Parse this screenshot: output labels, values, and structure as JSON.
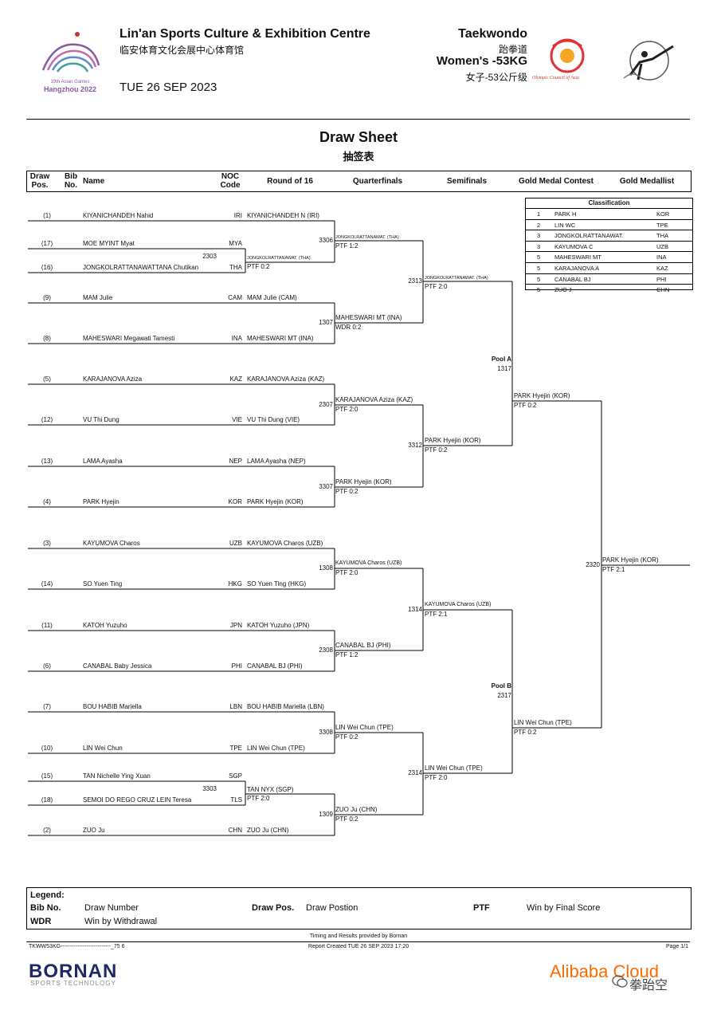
{
  "header": {
    "venue": "Lin'an Sports Culture & Exhibition Centre",
    "venue_zh": "临安体育文化会展中心体育馆",
    "date": "TUE 26 SEP 2023",
    "sport": "Taekwondo",
    "sport_zh": "跆拳道",
    "event": "Women's -53KG",
    "event_zh": "女子-53公斤级",
    "games_name": "19th Asian Games",
    "games_city": "Hangzhou 2022",
    "oca_text": "Olympic Council of Asia"
  },
  "title": "Draw Sheet",
  "title_zh": "抽签表",
  "columns": {
    "draw_pos": "Draw Pos.",
    "bib_no": "Bib No.",
    "name": "Name",
    "noc": "NOC Code",
    "r16": "Round of 16",
    "qf": "Quarterfinals",
    "sf": "Semifinals",
    "gold": "Gold Medal Contest",
    "medallist": "Gold Medallist"
  },
  "entries": [
    {
      "pos": "(1)",
      "name": "KIYANICHANDEH Nahid",
      "noc": "IRI",
      "r16": "KIYANICHANDEH N (IRI)"
    },
    {
      "pos": "(17)",
      "name": "MOE MYINT Myat",
      "noc": "MYA",
      "r16": ""
    },
    {
      "pos": "(16)",
      "name": "JONGKOLRATTANAWATTANA Chutikan",
      "noc": "THA",
      "r16": ""
    },
    {
      "pos": "(9)",
      "name": "MAM Julie",
      "noc": "CAM",
      "r16": "MAM Julie (CAM)"
    },
    {
      "pos": "(8)",
      "name": "MAHESWARI Megawati Tamesti",
      "noc": "INA",
      "r16": "MAHESWARI MT (INA)"
    },
    {
      "pos": "(5)",
      "name": "KARAJANOVA Aziza",
      "noc": "KAZ",
      "r16": "KARAJANOVA Aziza (KAZ)"
    },
    {
      "pos": "(12)",
      "name": "VU Thi Dung",
      "noc": "VIE",
      "r16": "VU Thi Dung (VIE)"
    },
    {
      "pos": "(13)",
      "name": "LAMA Ayasha",
      "noc": "NEP",
      "r16": "LAMA Ayasha (NEP)"
    },
    {
      "pos": "(4)",
      "name": "PARK Hyejin",
      "noc": "KOR",
      "r16": "PARK Hyejin (KOR)"
    },
    {
      "pos": "(3)",
      "name": "KAYUMOVA Charos",
      "noc": "UZB",
      "r16": "KAYUMOVA Charos (UZB)"
    },
    {
      "pos": "(14)",
      "name": "SO Yuen Ting",
      "noc": "HKG",
      "r16": "SO Yuen Ting (HKG)"
    },
    {
      "pos": "(11)",
      "name": "KATOH Yuzuho",
      "noc": "JPN",
      "r16": "KATOH Yuzuho (JPN)"
    },
    {
      "pos": "(6)",
      "name": "CANABAL Baby Jessica",
      "noc": "PHI",
      "r16": "CANABAL BJ (PHI)"
    },
    {
      "pos": "(7)",
      "name": "BOU HABIB Mariella",
      "noc": "LBN",
      "r16": "BOU HABIB Mariella (LBN)"
    },
    {
      "pos": "(10)",
      "name": "LIN Wei Chun",
      "noc": "TPE",
      "r16": "LIN Wei Chun (TPE)"
    },
    {
      "pos": "(15)",
      "name": "TAN Nichelle Ying Xuan",
      "noc": "SGP",
      "r16": ""
    },
    {
      "pos": "(18)",
      "name": "SEMOI DO REGO CRUZ LEIN Teresa",
      "noc": "TLS",
      "r16": ""
    },
    {
      "pos": "(2)",
      "name": "ZUO Ju",
      "noc": "CHN",
      "r16": "ZUO Ju (CHN)"
    }
  ],
  "prelim": [
    {
      "bout": "2303",
      "winner": "JONGKOLRATTANAWAT. (THA)",
      "score": "PTF 0:2"
    },
    {
      "bout": "3303",
      "winner": "TAN NYX (SGP)",
      "score": "PTF 2:0"
    }
  ],
  "quarterfinals": [
    {
      "bout": "3306",
      "winner": "JONGKOLRATTANAWAT. (THA)",
      "score": "PTF 1:2"
    },
    {
      "bout": "1307",
      "winner": "MAHESWARI MT (INA)",
      "score": "WDR 0:2"
    },
    {
      "bout": "2307",
      "winner": "KARAJANOVA Aziza (KAZ)",
      "score": "PTF 2:0"
    },
    {
      "bout": "3307",
      "winner": "PARK Hyejin (KOR)",
      "score": "PTF 0:2"
    },
    {
      "bout": "1308",
      "winner": "KAYUMOVA Charos (UZB)",
      "score": "PTF 2:0"
    },
    {
      "bout": "2308",
      "winner": "CANABAL BJ (PHI)",
      "score": "PTF 1:2"
    },
    {
      "bout": "3308",
      "winner": "LIN Wei Chun (TPE)",
      "score": "PTF 0:2"
    },
    {
      "bout": "1309",
      "winner": "ZUO Ju (CHN)",
      "score": "PTF 0:2"
    }
  ],
  "semifinals": [
    {
      "bout": "2313",
      "winner": "JONGKOLRATTANAWAT. (THA)",
      "score": "PTF 2:0"
    },
    {
      "bout": "3312",
      "winner": "PARK Hyejin (KOR)",
      "score": "PTF 0:2"
    },
    {
      "bout": "1314",
      "winner": "KAYUMOVA Charos (UZB)",
      "score": "PTF 2:1"
    },
    {
      "bout": "2314",
      "winner": "LIN Wei Chun (TPE)",
      "score": "PTF 2:0"
    }
  ],
  "pools": [
    {
      "label": "Pool A",
      "bout": "1317",
      "winner": "PARK Hyejin (KOR)",
      "score": "PTF 0:2"
    },
    {
      "label": "Pool B",
      "bout": "2317",
      "winner": "LIN Wei Chun (TPE)",
      "score": "PTF 0:2"
    }
  ],
  "final": {
    "bout": "2320",
    "winner": "PARK Hyejin (KOR)",
    "score": "PTF 2:1"
  },
  "classification": {
    "title": "Classification",
    "rows": [
      {
        "rank": "1",
        "name": "PARK H",
        "noc": "KOR"
      },
      {
        "rank": "2",
        "name": "LIN WC",
        "noc": "TPE"
      },
      {
        "rank": "3",
        "name": "JONGKOLRATTANAWAT.",
        "noc": "THA"
      },
      {
        "rank": "3",
        "name": "KAYUMOVA C",
        "noc": "UZB"
      },
      {
        "rank": "5",
        "name": "MAHESWARI MT",
        "noc": "INA"
      },
      {
        "rank": "5",
        "name": "KARAJANOVA A",
        "noc": "KAZ"
      },
      {
        "rank": "5",
        "name": "CANABAL BJ",
        "noc": "PHI"
      },
      {
        "rank": "5",
        "name": "ZUO J",
        "noc": "CHN"
      }
    ]
  },
  "legend": {
    "title": "Legend:",
    "bib_key": "Bib No.",
    "bib_val": "Draw Number",
    "drawpos_key": "Draw Pos.",
    "drawpos_val": "Draw Postion",
    "ptf_key": "PTF",
    "ptf_val": "Win by Final Score",
    "wdr_key": "WDR",
    "wdr_val": "Win by Withdrawal"
  },
  "footer": {
    "provider": "Timing and Results provided by Bornan",
    "code": "TKWW53KG---------------------------_75 6",
    "report": "Report Created TUE 26 SEP 2023 17:20",
    "page": "Page 1/1"
  },
  "sponsors": {
    "bornan": "BORNAN",
    "bornan_sub": "SPORTS TECHNOLOGY",
    "alibaba": "Alibaba Cloud",
    "watermark": "拳跆空"
  }
}
